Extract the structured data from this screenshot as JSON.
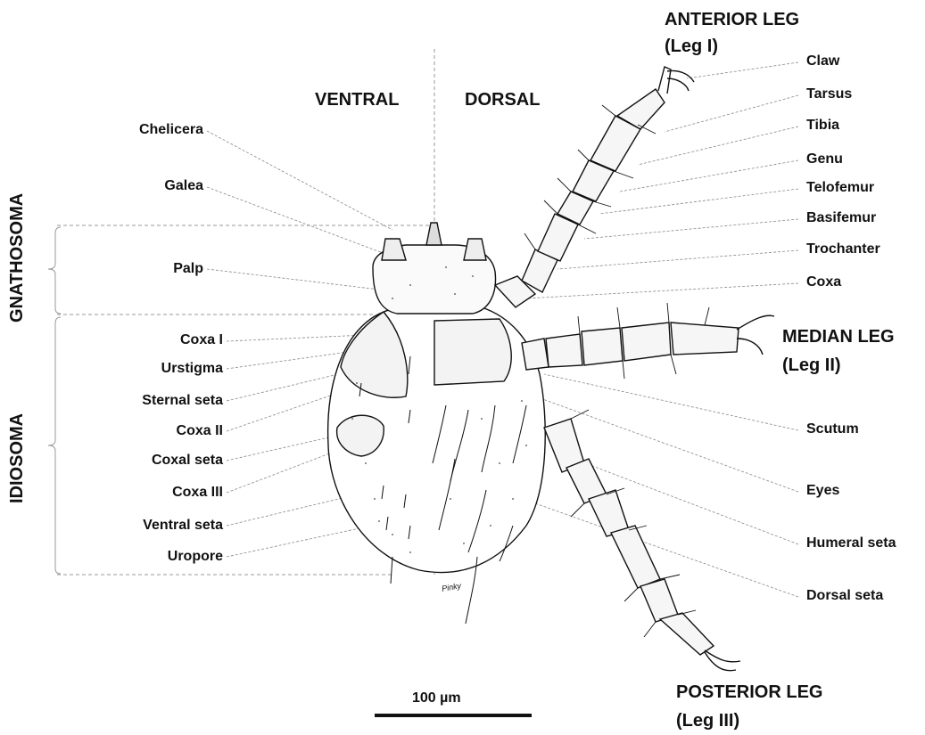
{
  "view": {
    "ventral": "VENTRAL",
    "dorsal": "DORSAL"
  },
  "regions": {
    "gnathosoma": "GNATHOSOMA",
    "idiosoma": "IDIOSOMA"
  },
  "left_labels": {
    "chelicera": "Chelicera",
    "galea": "Galea",
    "palp": "Palp",
    "coxa_i": "Coxa I",
    "urstigma": "Urstigma",
    "sternal_seta": "Sternal seta",
    "coxa_ii": "Coxa II",
    "coxal_seta": "Coxal seta",
    "coxa_iii": "Coxa III",
    "ventral_seta": "Ventral seta",
    "uropore": "Uropore"
  },
  "right_labels": {
    "claw": "Claw",
    "tarsus": "Tarsus",
    "tibia": "Tibia",
    "genu": "Genu",
    "telofemur": "Telofemur",
    "basifemur": "Basifemur",
    "trochanter": "Trochanter",
    "coxa": "Coxa",
    "scutum": "Scutum",
    "eyes": "Eyes",
    "humeral_seta": "Humeral seta",
    "dorsal_seta": "Dorsal seta"
  },
  "legs": {
    "anterior_title": "ANTERIOR LEG",
    "anterior_sub": "(Leg I)",
    "median_title": "MEDIAN LEG",
    "median_sub": "(Leg II)",
    "posterior_title": "POSTERIOR LEG",
    "posterior_sub": "(Leg III)"
  },
  "scale_bar": {
    "label": "100 µm"
  },
  "signature": "Pinky"
}
